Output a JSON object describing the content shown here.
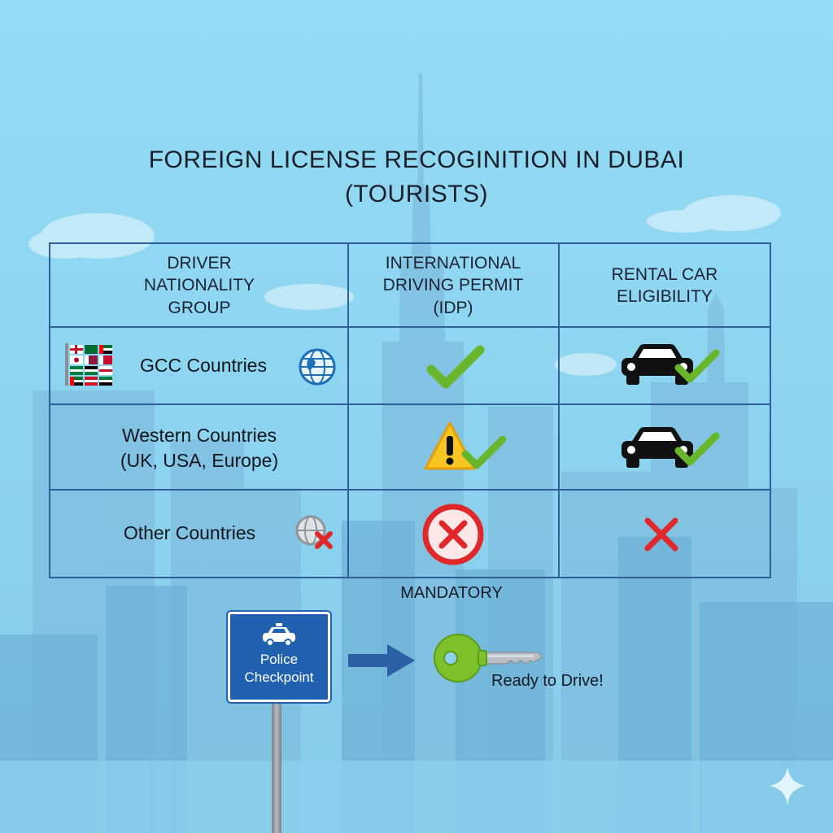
{
  "title": {
    "line1": "FOREIGN LICENSE RECOGINITION IN DUBAI",
    "line2": "(TOURISTS)"
  },
  "table": {
    "headers": [
      [
        "DRIVER",
        "NATIONALITY",
        "GROUP"
      ],
      [
        "INTERNATIONAL",
        "DRIVING PERMIT",
        "(IDP)"
      ],
      [
        "RENTAL CAR",
        "ELIGIBILITY"
      ]
    ],
    "rows": [
      {
        "group": [
          "GCC Countries"
        ],
        "idp": "check",
        "rental": "car-check"
      },
      {
        "group": [
          "Western Countries",
          "(UK, USA, Europe)"
        ],
        "idp": "warning-check",
        "rental": "car-check"
      },
      {
        "group": [
          "Other Countries"
        ],
        "idp": "circle-x",
        "rental": "x"
      }
    ]
  },
  "mandatory": "MANDATORY",
  "sign": {
    "line1": "Police",
    "line2": "Checkpoint"
  },
  "ready": "Ready to Drive!",
  "colors": {
    "grid": "#2f5f99",
    "check": "#69b52c",
    "cross": "#e0272a",
    "warning": "#f7c623",
    "sign": "#2062b0",
    "key": "#7cc02a",
    "arrow": "#2c5fa3"
  },
  "icons": [
    "flags-icon",
    "globe-icon",
    "globe-x-icon",
    "check-icon",
    "warning-icon",
    "circle-x-icon",
    "car-icon",
    "x-icon",
    "police-car-icon",
    "arrow-icon",
    "key-icon",
    "sparkle-icon"
  ]
}
